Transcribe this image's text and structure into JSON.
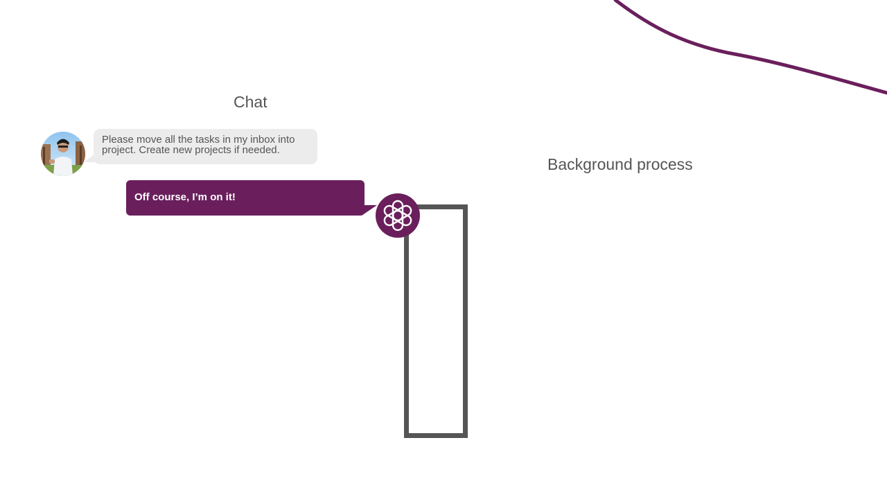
{
  "headings": {
    "chat": "Chat",
    "background": "Background process"
  },
  "messages": {
    "user": {
      "avatar_icon": "user-photo-avatar",
      "text": "Please move all the tasks in my inbox into project. Create new projects if needed."
    },
    "assistant": {
      "avatar_icon": "openai-logo-icon",
      "text": "Off course, I’m on it!"
    }
  },
  "colors": {
    "accent": "#6a1f5c",
    "user_bubble": "#ececec",
    "text_gray": "#555555"
  }
}
